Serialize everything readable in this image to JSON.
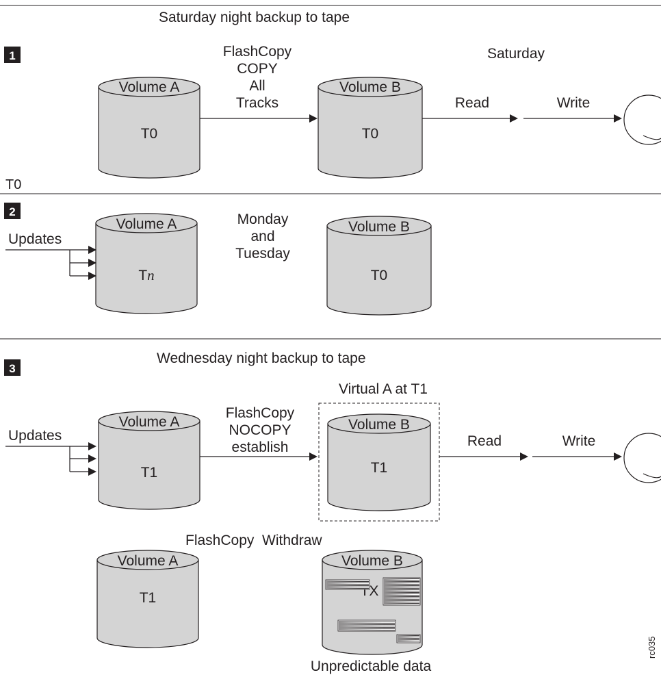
{
  "section1": {
    "number": "1",
    "title": "Saturday night backup to tape",
    "volume_a": {
      "label": "Volume A",
      "time": "T0"
    },
    "volume_b": {
      "label": "Volume B",
      "time": "T0"
    },
    "copy_label": [
      "FlashCopy",
      "COPY",
      "All",
      "Tracks"
    ],
    "day_label": "Saturday",
    "read_label": "Read",
    "write_label": "Write"
  },
  "divider_label": "T0",
  "section2": {
    "number": "2",
    "volume_a": {
      "label": "Volume A",
      "time_prefix": "T",
      "time_italic": "n"
    },
    "volume_b": {
      "label": "Volume B",
      "time": "T0"
    },
    "updates_label": "Updates",
    "days_label": [
      "Monday",
      "and",
      "Tuesday"
    ]
  },
  "section3": {
    "number": "3",
    "title": "Wednesday night backup to tape",
    "volume_a": {
      "label": "Volume A",
      "time": "T1"
    },
    "volume_b": {
      "label": "Volume B",
      "time": "T1"
    },
    "virtual_label": "Virtual A at T1",
    "updates_label": "Updates",
    "copy_label": [
      "FlashCopy",
      "NOCOPY",
      "establish"
    ],
    "read_label": "Read",
    "write_label": "Write",
    "withdraw_label": "FlashCopy  Withdraw",
    "volume_a2": {
      "label": "Volume A",
      "time": "T1"
    },
    "volume_b2": {
      "label": "Volume B",
      "time": "TX"
    },
    "unpredictable_label": "Unpredictable data"
  },
  "figure_id": "rc035",
  "colors": {
    "cylinder_fill": "#d4d4d4",
    "ink": "#231f20",
    "badge": "#231f20"
  }
}
